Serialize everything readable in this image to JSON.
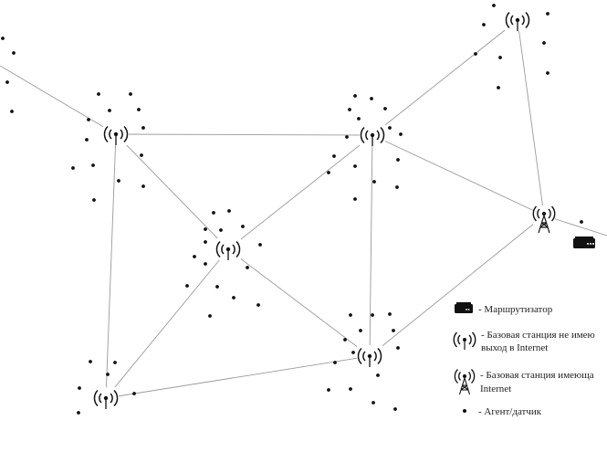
{
  "legend": {
    "router_label": "- Маршрутизатор",
    "bs_no_internet_line1": "- Базовая станция не имею",
    "bs_no_internet_line2": "выход в Internet",
    "bs_internet_line1": "- Базовая станция имеюща",
    "bs_internet_line2": "Internet",
    "agent_label": "- Агент/датчик"
  },
  "colors": {
    "link": "#9a9a9a",
    "ink": "#111111",
    "background": "#ffffff"
  },
  "icons": {
    "base_station": "wifi-antenna-icon",
    "gateway_station": "radio-tower-icon",
    "router": "router-icon",
    "agent": "dot-icon"
  }
}
